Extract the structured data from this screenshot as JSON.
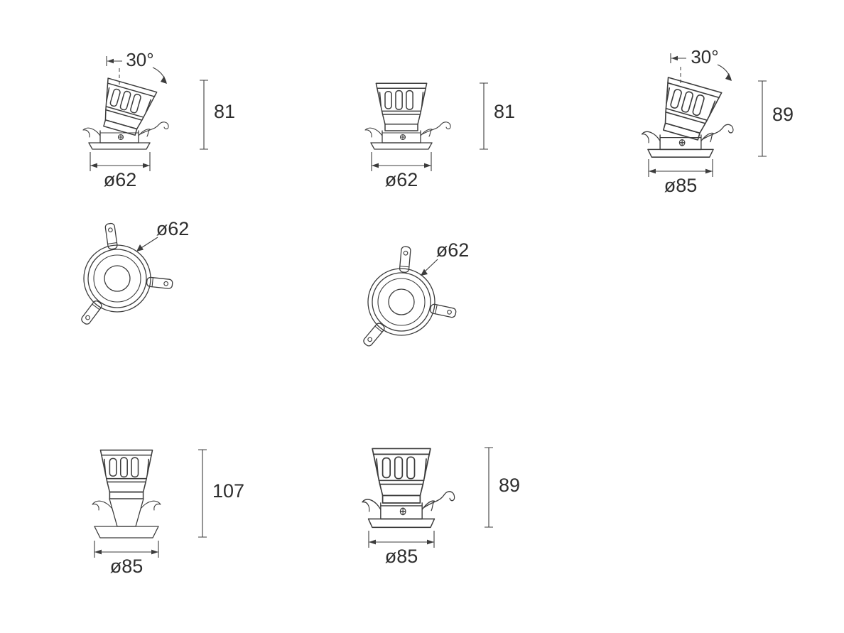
{
  "figures": [
    {
      "name": "tilted-spot-small-side-view",
      "angle": "30°",
      "height": "81",
      "diameter": "ø62"
    },
    {
      "name": "fixed-spot-small-side-view",
      "height": "81",
      "diameter": "ø62"
    },
    {
      "name": "tilted-spot-large-side-view",
      "angle": "30°",
      "height": "89",
      "diameter": "ø85"
    },
    {
      "name": "round-trim-top-view-a",
      "diameter": "ø62"
    },
    {
      "name": "round-trim-top-view-b",
      "diameter": "ø62"
    },
    {
      "name": "deep-spot-side-view",
      "height": "107",
      "diameter": "ø85"
    },
    {
      "name": "fixed-spot-large-side-view",
      "height": "89",
      "diameter": "ø85"
    }
  ],
  "colors": {
    "ink": "#3a3a3a",
    "background": "#ffffff"
  }
}
